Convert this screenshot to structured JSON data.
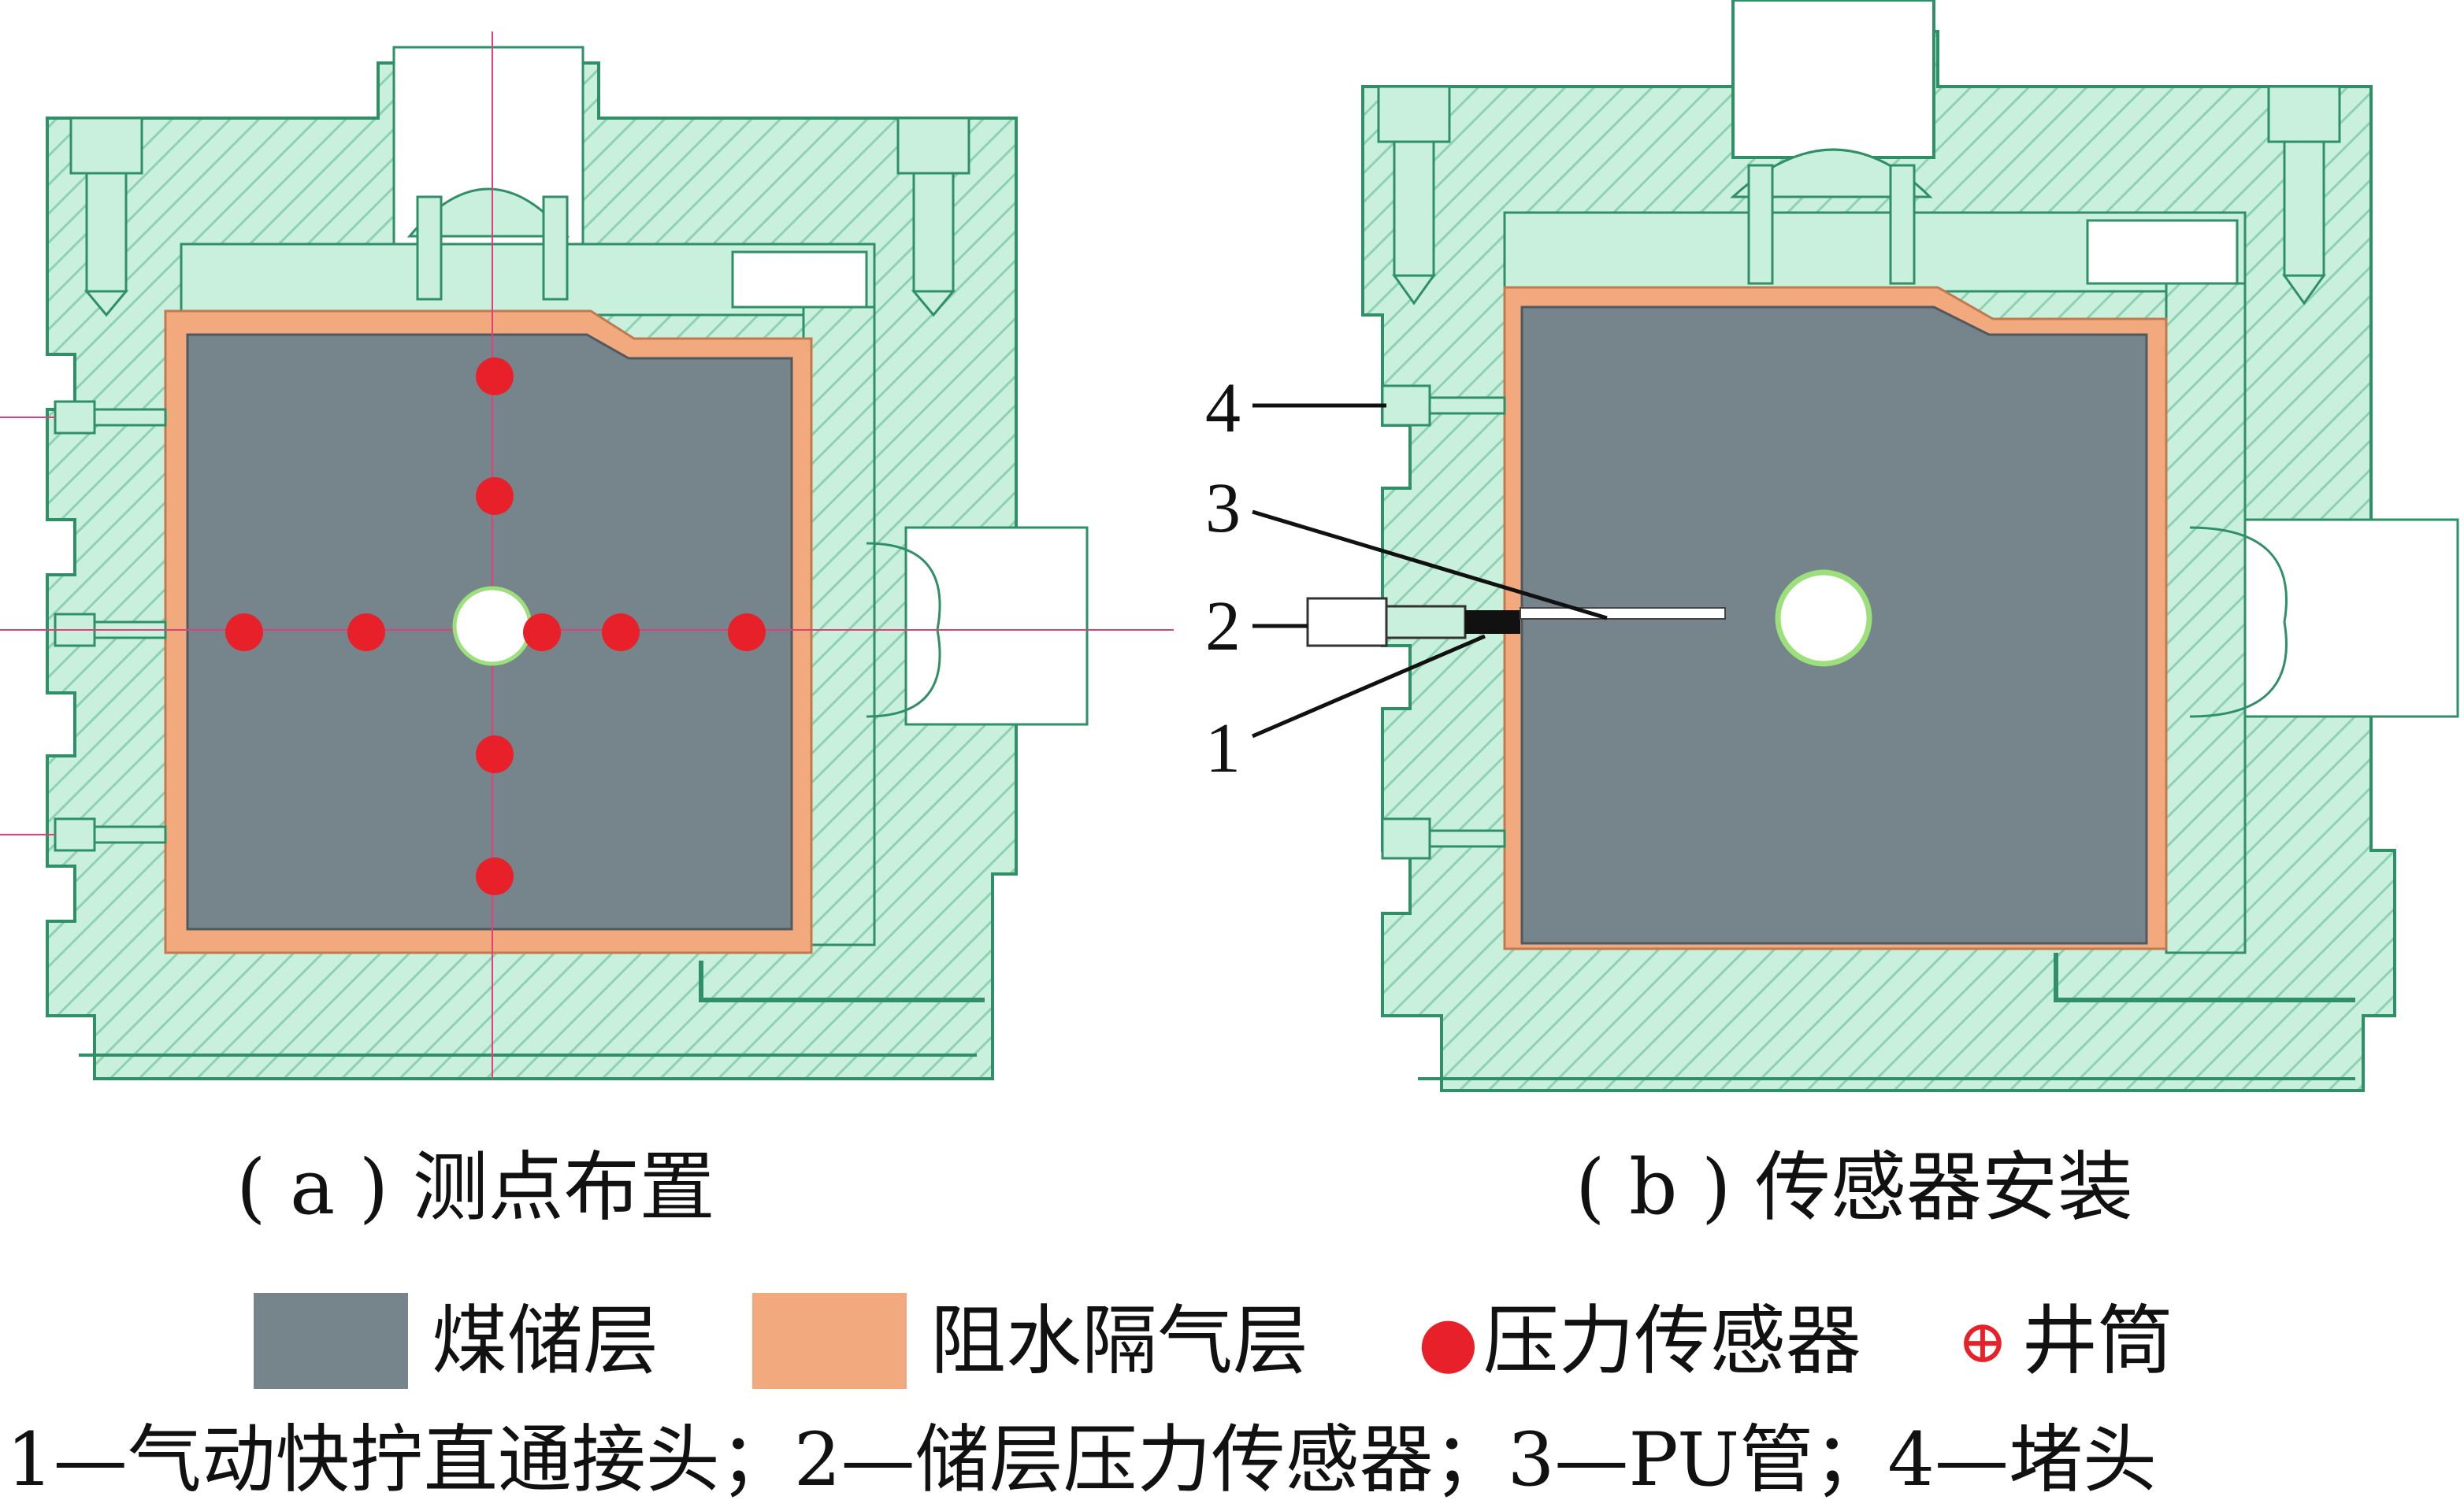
{
  "captions": {
    "a": "( a ) 测点布置",
    "b": "( b ) 传感器安装"
  },
  "callouts": [
    "4",
    "3",
    "2",
    "1"
  ],
  "legend": {
    "coal": {
      "label": "煤储层",
      "color": "#76848b"
    },
    "barrier": {
      "label": "阻水隔气层",
      "color": "#f2a97d"
    },
    "sensor": {
      "label": "压力传感器",
      "symbol": "●",
      "color": "#e8202a"
    },
    "well": {
      "label": "井筒",
      "symbol": "⊕",
      "color": "#e8202a"
    }
  },
  "footnote": "1—气动快拧直通接头；2—储层压力传感器；3—PU管；4—堵头",
  "colors": {
    "housing": "#c8f0dd",
    "outline": "#2f8f66",
    "hatch": "#8fd2b2",
    "marker": "#e8202a",
    "guide": "#e0407a"
  }
}
